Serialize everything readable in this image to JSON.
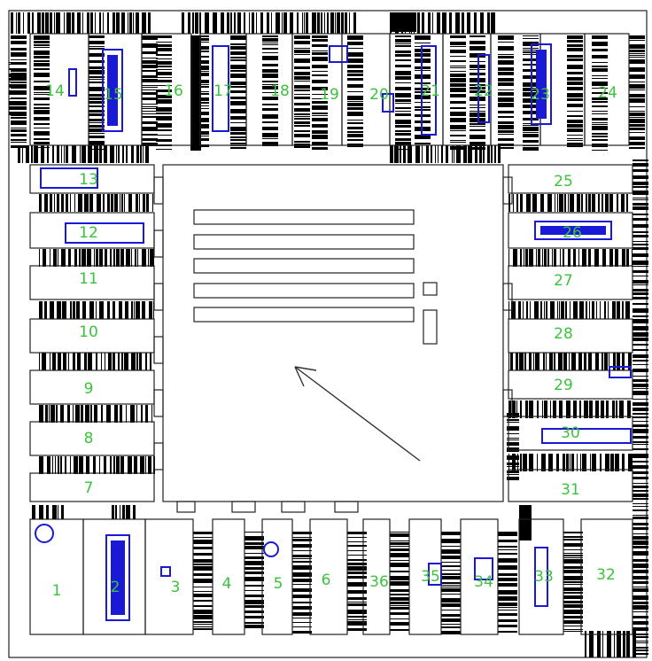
{
  "plan": {
    "room_numbers": {
      "r1": "1",
      "r2": "2",
      "r3": "3",
      "r4": "4",
      "r5": "5",
      "r6": "6",
      "r7": "7",
      "r8": "8",
      "r9": "9",
      "r10": "10",
      "r11": "11",
      "r12": "12",
      "r13": "13",
      "r14": "14",
      "r15": "15",
      "r16": "16",
      "r17": "17",
      "r18": "18",
      "r19": "19",
      "r20": "20",
      "r21": "21",
      "r22": "22",
      "r23": "23",
      "r24": "24",
      "r25": "25",
      "r26": "26",
      "r27": "27",
      "r28": "28",
      "r29": "29",
      "r30": "30",
      "r31": "31",
      "r32": "32",
      "r33": "33",
      "r34": "34",
      "r35": "35",
      "r36": "36"
    },
    "colors": {
      "labels": "#3cc23c",
      "furniture": "#1a1ad6",
      "walls": "#222222",
      "hatch": "#000000"
    }
  }
}
